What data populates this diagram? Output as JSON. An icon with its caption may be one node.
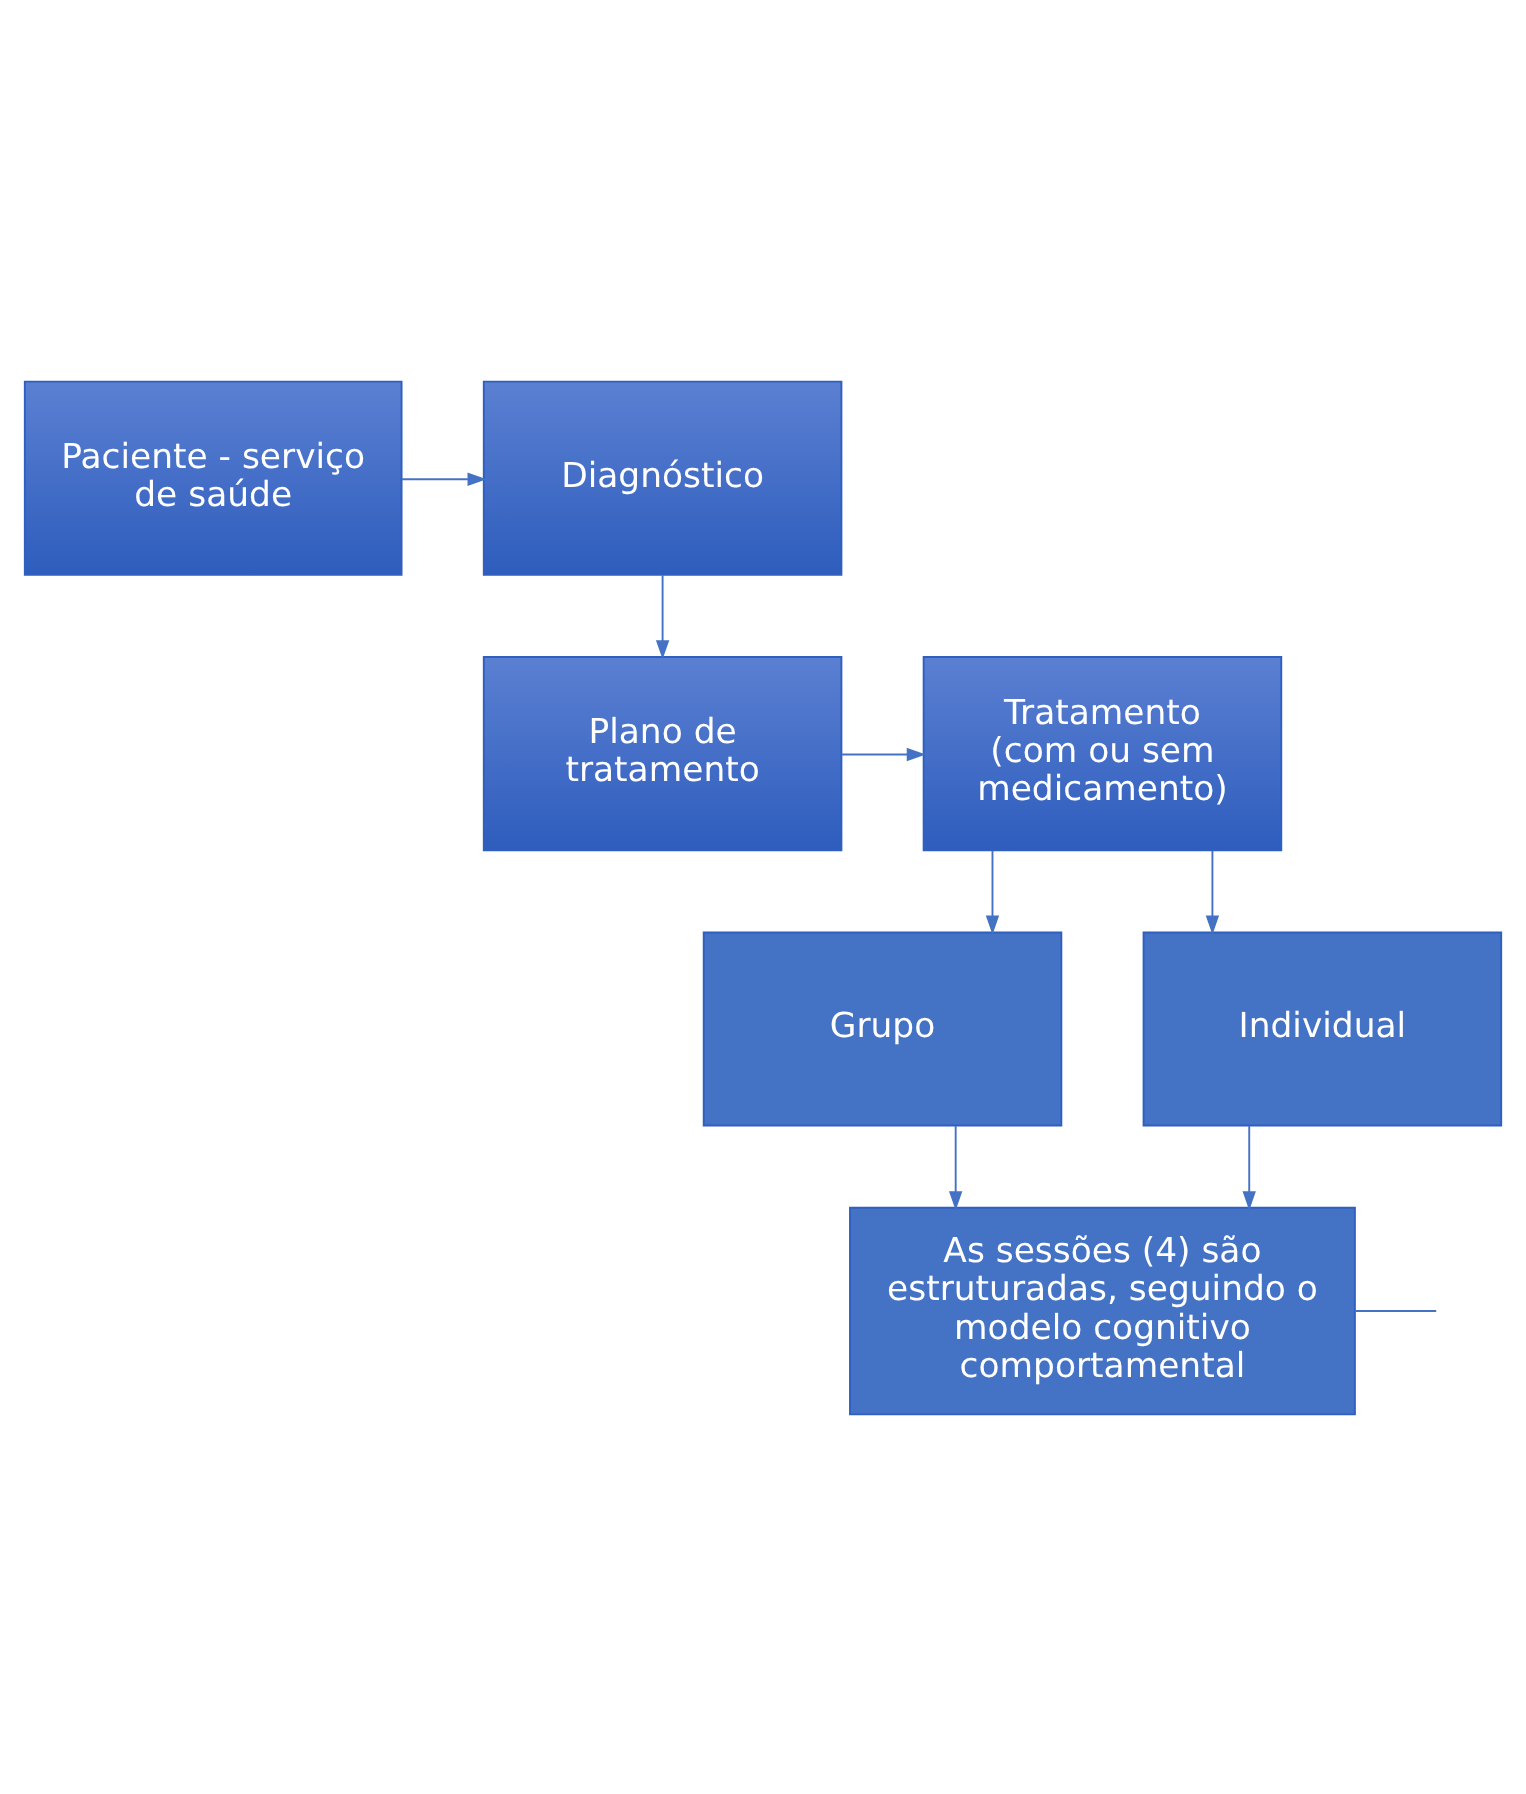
{
  "diagram": {
    "nodes": [
      {
        "text": [
          "Paciente - serviço de saúde"
        ]
      },
      {
        "text": [
          "Diagnóstico"
        ]
      },
      {
        "text": [
          "Plano de tratamento"
        ]
      },
      {
        "text": [
          "Tratamento",
          "(com ou sem medicamento)"
        ]
      },
      {
        "text": [
          "Grupo"
        ]
      },
      {
        "text": [
          "Individual"
        ]
      },
      {
        "text": [
          "As sessões (4) são estruturadas, seguindo o modelo cognitivo comportamental"
        ]
      }
    ],
    "edges": [
      {
        "from": 0,
        "to": 1,
        "arrow": "to"
      },
      {
        "from": 1,
        "to": 2,
        "arrow": "to"
      },
      {
        "from": 2,
        "to": 3,
        "arrow": "to"
      },
      {
        "from": 3,
        "to": 4,
        "arrow": "to"
      },
      {
        "from": 3,
        "to": 5,
        "arrow": "to"
      },
      {
        "from": 4,
        "to": 6,
        "arrow": "to"
      },
      {
        "from": 5,
        "to": 6,
        "arrow": "to"
      },
      {
        "from": 6,
        "to": null,
        "arrow": "none"
      }
    ]
  }
}
